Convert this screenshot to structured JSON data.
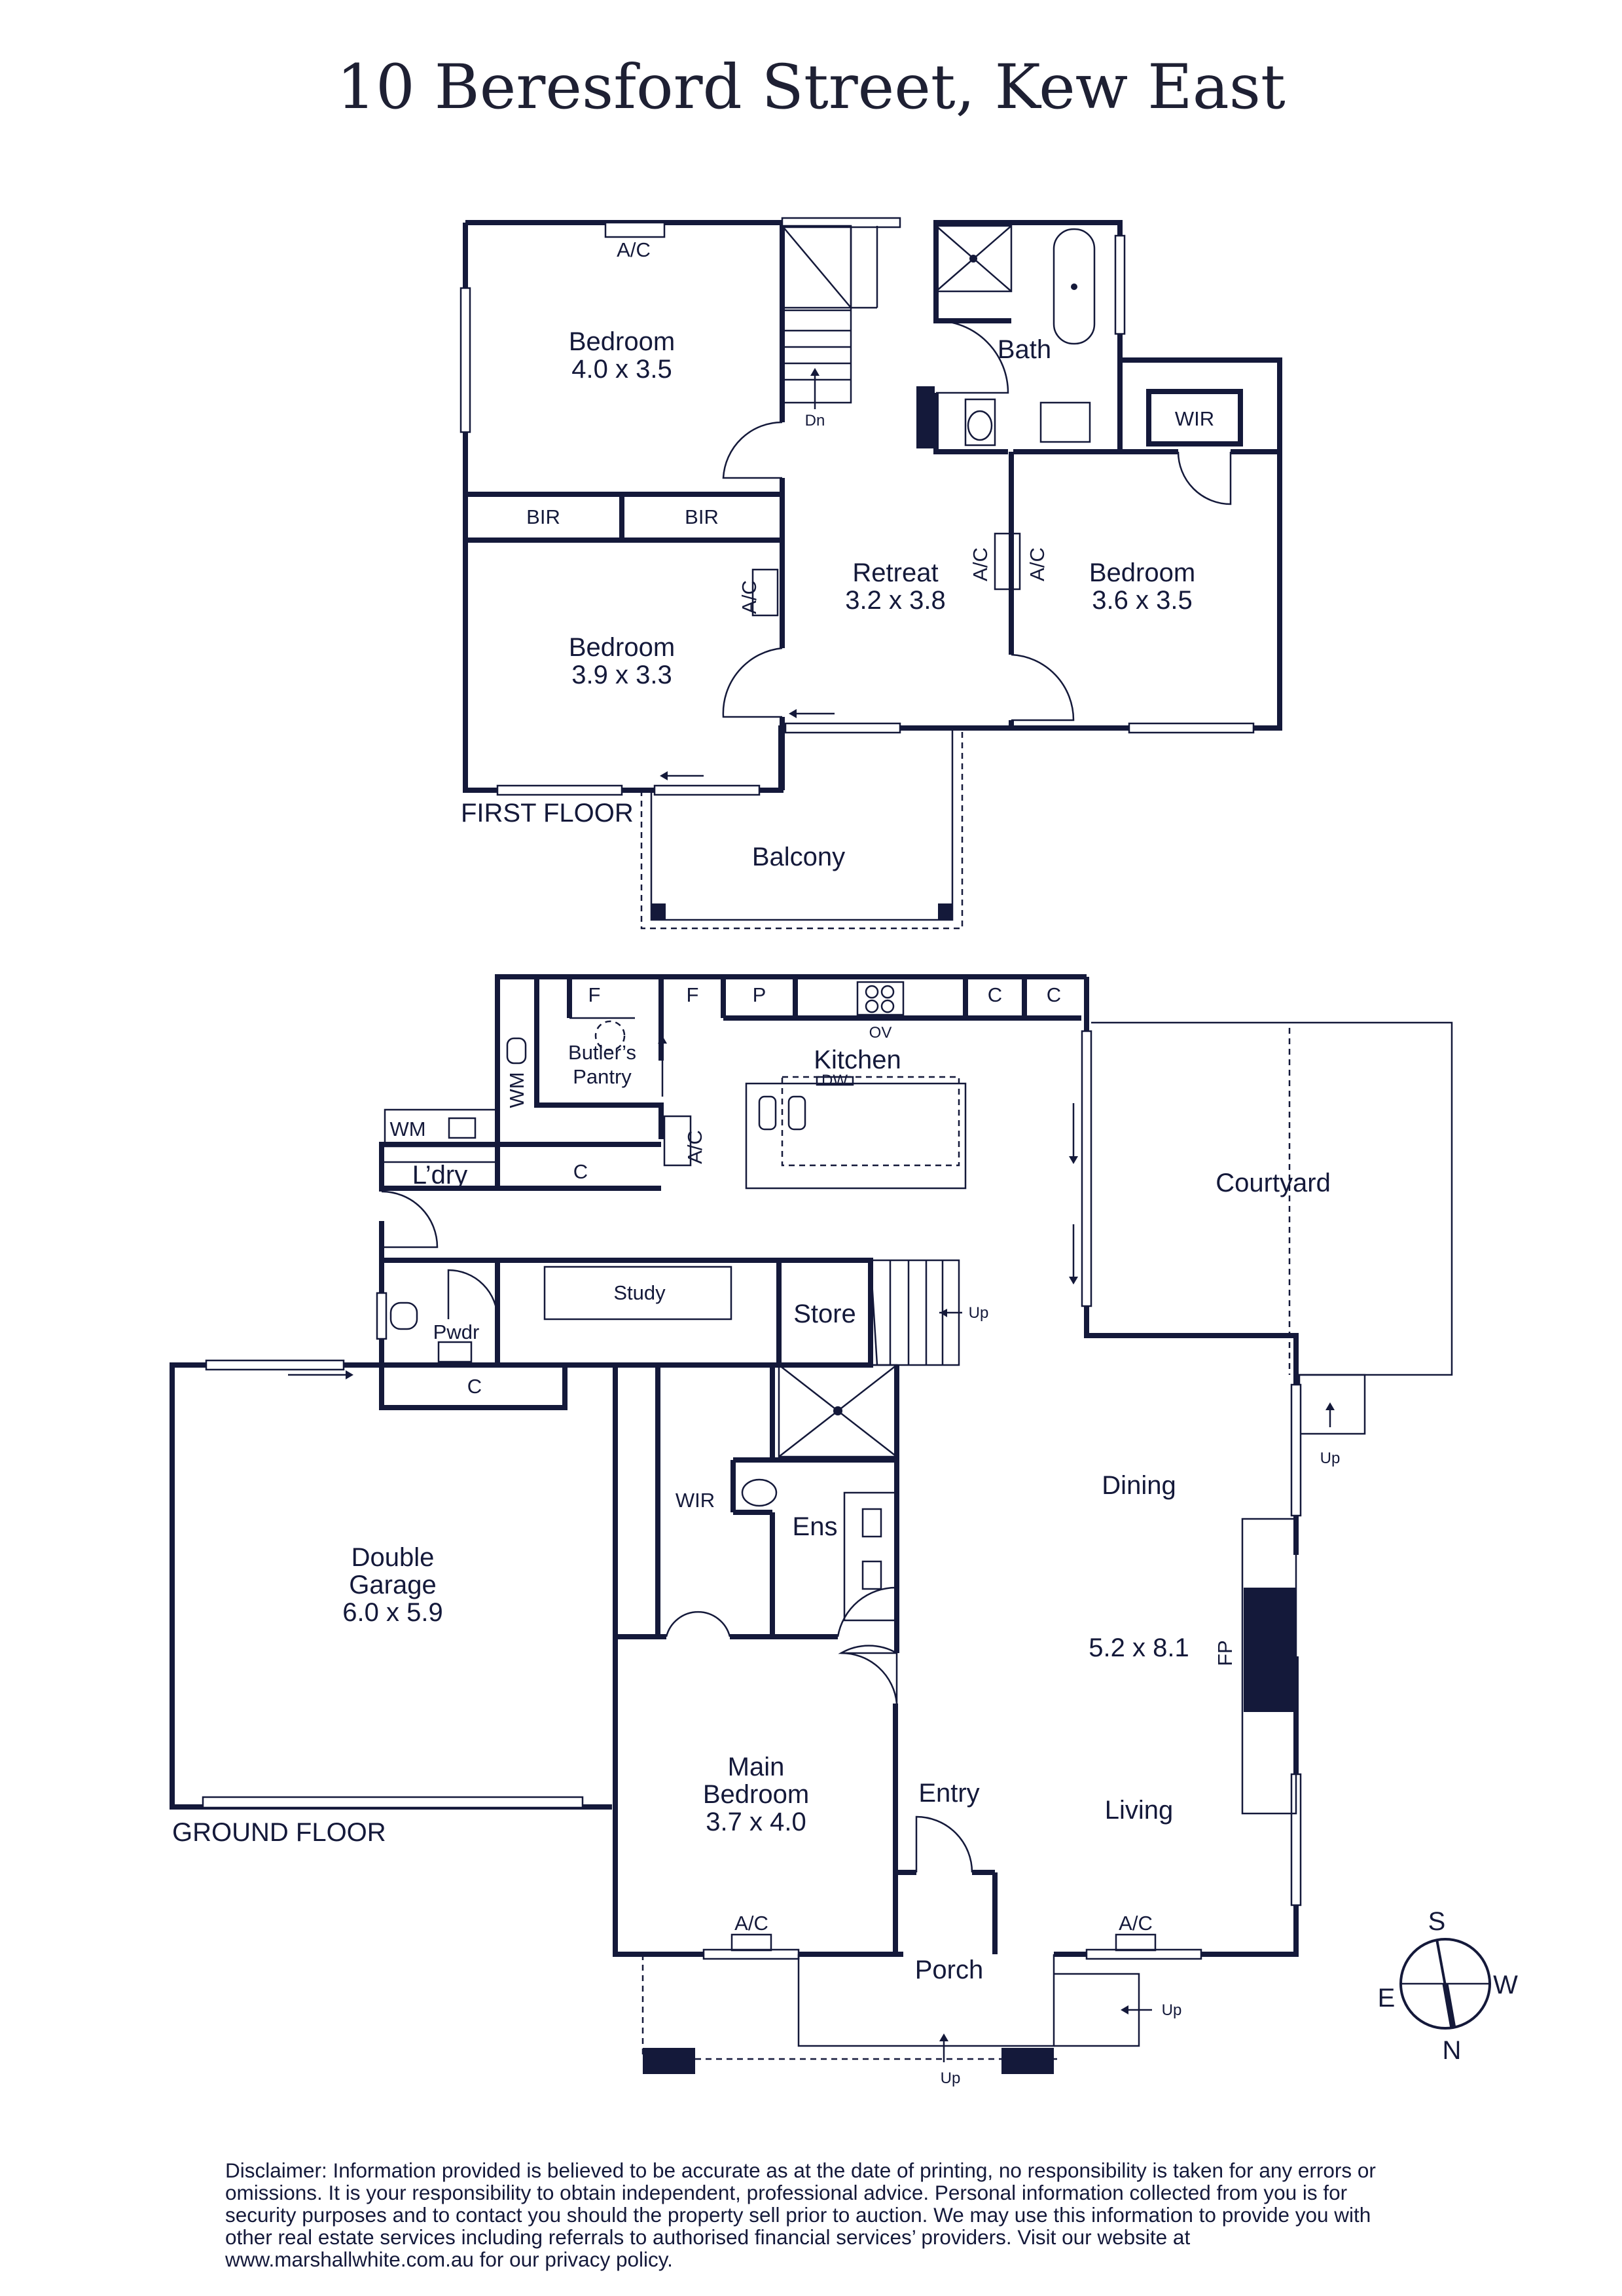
{
  "title": "10 Beresford Street, Kew East",
  "first_floor": {
    "label": "FIRST FLOOR",
    "bedroom_ne": {
      "name": "Bedroom",
      "dims": "4.0 x 3.5"
    },
    "bedroom_nw": {
      "name": "Bedroom",
      "dims": "3.9 x 3.3"
    },
    "bedroom_e": {
      "name": "Bedroom",
      "dims": "3.6 x 3.5"
    },
    "retreat": {
      "name": "Retreat",
      "dims": "3.2 x 3.8"
    },
    "bath": "Bath",
    "wir": "WIR",
    "bir_1": "BIR",
    "bir_2": "BIR",
    "balcony": "Balcony",
    "ac": "A/C",
    "dn": "Dn"
  },
  "ground_floor": {
    "label": "GROUND FLOOR",
    "kitchen": "Kitchen",
    "butlers_pantry": "Butler's\nPantry",
    "butlers_1": "Butler’s",
    "butlers_2": "Pantry",
    "laundry": "L’dry",
    "wm": "WM",
    "study": "Study",
    "store": "Store",
    "pwdr": "Pwdr",
    "c": "C",
    "f": "F",
    "p": "P",
    "ov": "OV",
    "dw": "DW",
    "courtyard": "Courtyard",
    "garage_1": "Double",
    "garage_2": "Garage",
    "garage_dims": "6.0 x 5.9",
    "wir": "WIR",
    "ens": "Ens",
    "dining": "Dining",
    "living_dims": "5.2 x 8.1",
    "fp": "FP",
    "living": "Living",
    "entry": "Entry",
    "main_1": "Main",
    "main_2": "Bedroom",
    "main_dims": "3.7 x 4.0",
    "porch": "Porch",
    "up": "Up",
    "ac": "A/C"
  },
  "compass": {
    "n": "N",
    "s": "S",
    "e": "E",
    "w": "W"
  },
  "disclaimer": "Disclaimer: Information provided is believed to be accurate as at the date of printing, no responsibility is taken for any errors or omissions. It is your responsibility to obtain independent, professional advice. Personal information collected from you is for security purposes and to contact you should the property sell prior to auction. We may use this information to provide you with other real estate services including referrals to authorised financial services’ providers. Visit our website at www.marshallwhite.com.au for our privacy policy."
}
